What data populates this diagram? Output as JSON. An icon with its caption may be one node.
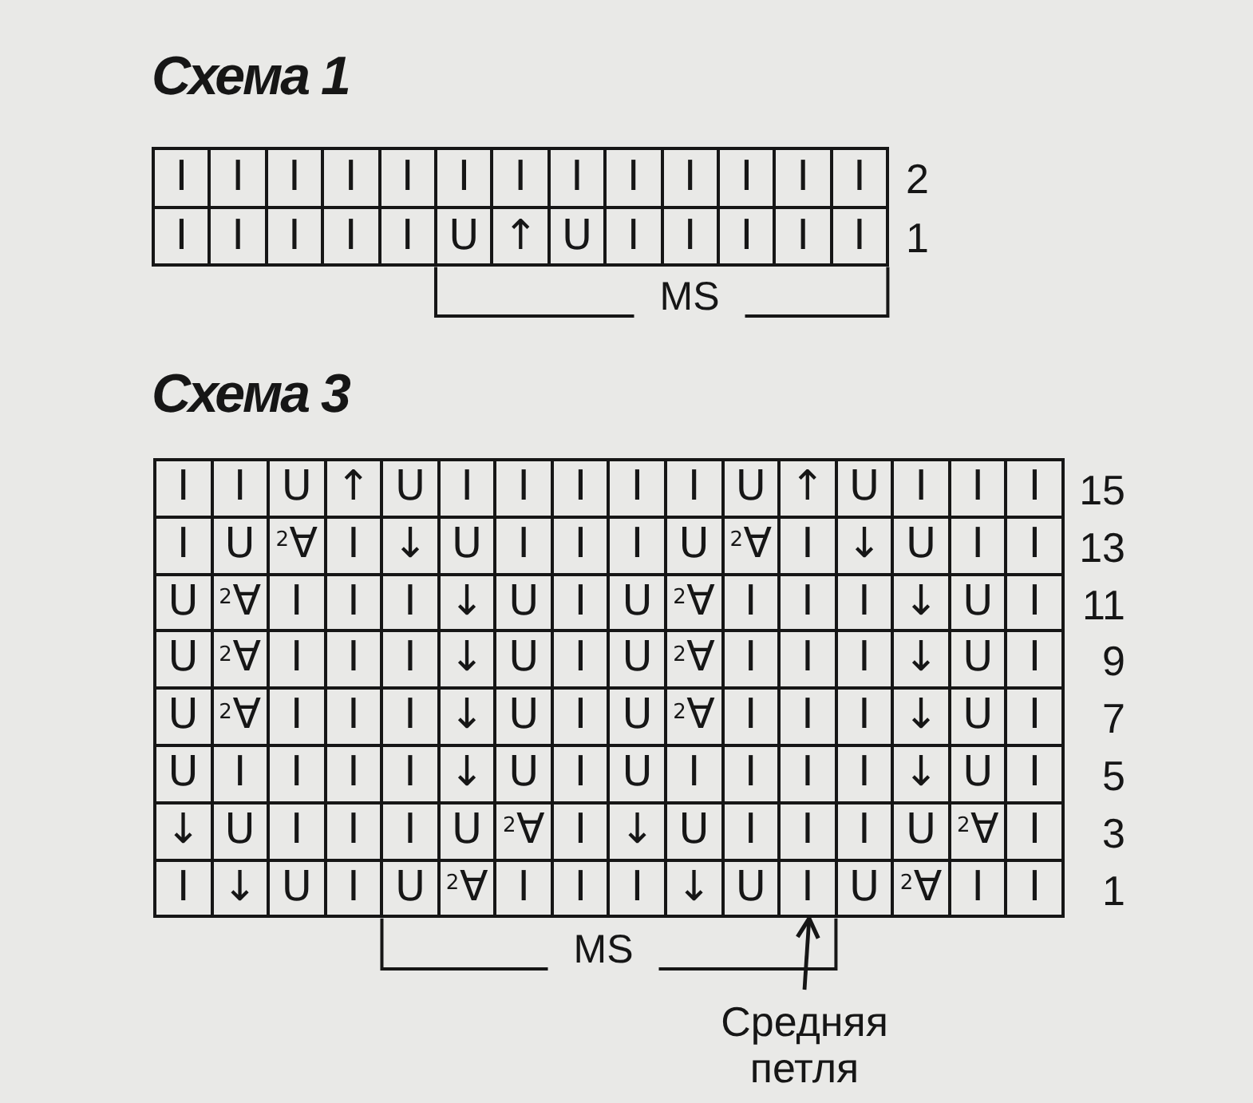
{
  "diagram": {
    "nodes": [
      {
        "text": [
          "I"
        ]
      },
      {
        "text": [
          "Средняя петля"
        ]
      }
    ],
    "edges": [
      {
        "from": 1,
        "to": 0,
        "arrow": "to"
      }
    ],
    "labels": [
      "Схема 1",
      "I",
      "I",
      "I",
      "I",
      "I",
      "I",
      "I",
      "I",
      "I",
      "I",
      "I",
      "I",
      "I",
      "2",
      "I",
      "I",
      "I",
      "I",
      "I",
      "U",
      "↑",
      "U",
      "I",
      "I",
      "I",
      "I",
      "I",
      "1",
      "MS",
      "Схема 3",
      "I",
      "I",
      "U",
      "↑",
      "U",
      "I",
      "I",
      "I",
      "I",
      "I",
      "U",
      "↑",
      "U",
      "I",
      "I",
      "I",
      "15",
      "I",
      "U",
      "$^{2}$∀",
      "I",
      "↓",
      "U",
      "I",
      "I",
      "I",
      "U",
      "$^{2}$∀",
      "I",
      "↓",
      "U",
      "I",
      "I",
      "13",
      "U",
      "$^{2}$∀",
      "I",
      "I",
      "I",
      "↓",
      "U",
      "I",
      "U",
      "$^{2}$∀",
      "I",
      "I",
      "I",
      "↓",
      "U",
      "I",
      "11",
      "U",
      "$^{2}$∀",
      "I",
      "I",
      "I",
      "↓",
      "U",
      "I",
      "U",
      "$^{2}$∀",
      "I",
      "I",
      "I",
      "↓",
      "U",
      "I",
      "9",
      "U",
      "$^{2}$∀",
      "I",
      "I",
      "I",
      "↓",
      "U",
      "I",
      "U",
      "$^{2}$∀",
      "I",
      "I",
      "I",
      "↓",
      "U",
      "I",
      "7",
      "U",
      "I",
      "I",
      "I",
      "I",
      "↓",
      "U",
      "I",
      "U",
      "I",
      "I",
      "I",
      "I",
      "↓",
      "U",
      "I",
      "5",
      "↓",
      "U",
      "I",
      "I",
      "I",
      "U",
      "$^{2}$∀",
      "I",
      "↓",
      "U",
      "I",
      "I",
      "I",
      "U",
      "$^{2}$∀",
      "I",
      "3",
      "I",
      "↓",
      "U",
      "I",
      "U",
      "$^{2}$∀",
      "I",
      "I",
      "I",
      "↓",
      "U",
      "U",
      "$^{2}$∀",
      "I",
      "I",
      "1",
      "MS"
    ]
  }
}
